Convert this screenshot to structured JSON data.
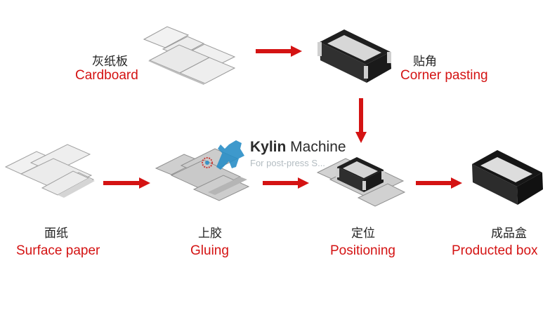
{
  "colors": {
    "arrow": "#d41313",
    "label_en": "#d41313",
    "label_cn": "#222222",
    "cardboard": "#ececec",
    "box_dark": "#2a2a2a",
    "logo": "#2a8fc7"
  },
  "steps": {
    "cardboard": {
      "cn": "灰纸板",
      "en": "Cardboard"
    },
    "corner_pasting": {
      "cn": "贴角",
      "en": "Corner pasting"
    },
    "surface_paper": {
      "cn": "面纸",
      "en": "Surface paper"
    },
    "gluing": {
      "cn": "上胶",
      "en": "Gluing"
    },
    "positioning": {
      "cn": "定位",
      "en": "Positioning"
    },
    "producted_box": {
      "cn": "成品盒",
      "en": "Producted box"
    }
  },
  "watermark": {
    "brand_bold": "Kylin",
    "brand_rest": " Machine",
    "tagline": "For post-press S..."
  }
}
